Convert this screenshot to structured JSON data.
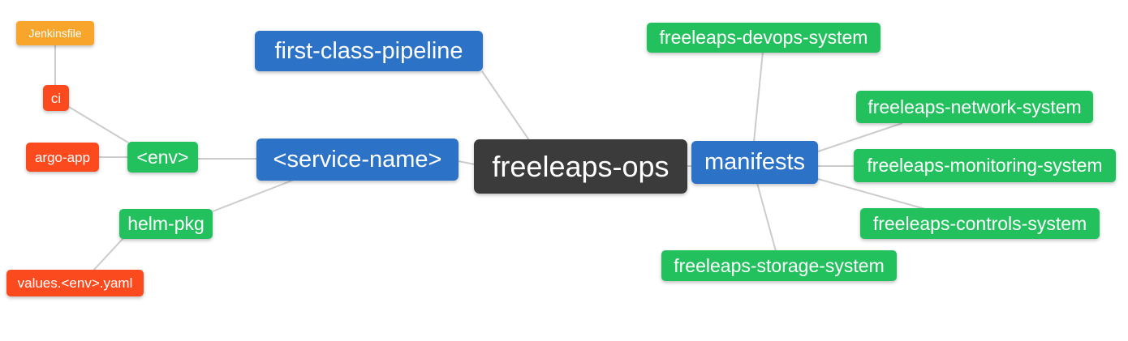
{
  "diagram": {
    "type": "mindmap",
    "root": "freeleaps-ops"
  },
  "colors": {
    "root_node": "#3b3b3b",
    "branch_node": "#2c72c7",
    "sub_node": "#22c15e",
    "leaf_node": "#fb4a1d",
    "deep_leaf_node": "#f7a52b",
    "connector_line": "#cccccc",
    "node_text": "#ffffff",
    "background": "#ffffff"
  },
  "nodes": [
    {
      "id": "freeleaps-ops",
      "label": "freeleaps-ops",
      "level": "root"
    },
    {
      "id": "first-class-pipeline",
      "label": "first-class-pipeline",
      "level": "branch"
    },
    {
      "id": "service-name",
      "label": "<service-name>",
      "level": "branch"
    },
    {
      "id": "manifests",
      "label": "manifests",
      "level": "branch"
    },
    {
      "id": "env",
      "label": "<env>",
      "level": "sub"
    },
    {
      "id": "helm-pkg",
      "label": "helm-pkg",
      "level": "sub"
    },
    {
      "id": "freeleaps-devops-system",
      "label": "freeleaps-devops-system",
      "level": "sub"
    },
    {
      "id": "freeleaps-network-system",
      "label": "freeleaps-network-system",
      "level": "sub"
    },
    {
      "id": "freeleaps-monitoring-system",
      "label": "freeleaps-monitoring-system",
      "level": "sub"
    },
    {
      "id": "freeleaps-controls-system",
      "label": "freeleaps-controls-system",
      "level": "sub"
    },
    {
      "id": "freeleaps-storage-system",
      "label": "freeleaps-storage-system",
      "level": "sub"
    },
    {
      "id": "ci",
      "label": "ci",
      "level": "leaf"
    },
    {
      "id": "argo-app",
      "label": "argo-app",
      "level": "leaf"
    },
    {
      "id": "values-env-yaml",
      "label": "values.<env>.yaml",
      "level": "leaf"
    },
    {
      "id": "jenkinsfile",
      "label": "Jenkinsfile",
      "level": "deep-leaf"
    }
  ],
  "edges": [
    {
      "from": "jenkinsfile",
      "to": "ci"
    },
    {
      "from": "ci",
      "to": "env"
    },
    {
      "from": "argo-app",
      "to": "env"
    },
    {
      "from": "env",
      "to": "service-name"
    },
    {
      "from": "helm-pkg",
      "to": "service-name"
    },
    {
      "from": "values-env-yaml",
      "to": "helm-pkg"
    },
    {
      "from": "service-name",
      "to": "freeleaps-ops"
    },
    {
      "from": "first-class-pipeline",
      "to": "freeleaps-ops"
    },
    {
      "from": "freeleaps-ops",
      "to": "manifests"
    },
    {
      "from": "manifests",
      "to": "freeleaps-devops-system"
    },
    {
      "from": "manifests",
      "to": "freeleaps-network-system"
    },
    {
      "from": "manifests",
      "to": "freeleaps-monitoring-system"
    },
    {
      "from": "manifests",
      "to": "freeleaps-controls-system"
    },
    {
      "from": "manifests",
      "to": "freeleaps-storage-system"
    }
  ]
}
